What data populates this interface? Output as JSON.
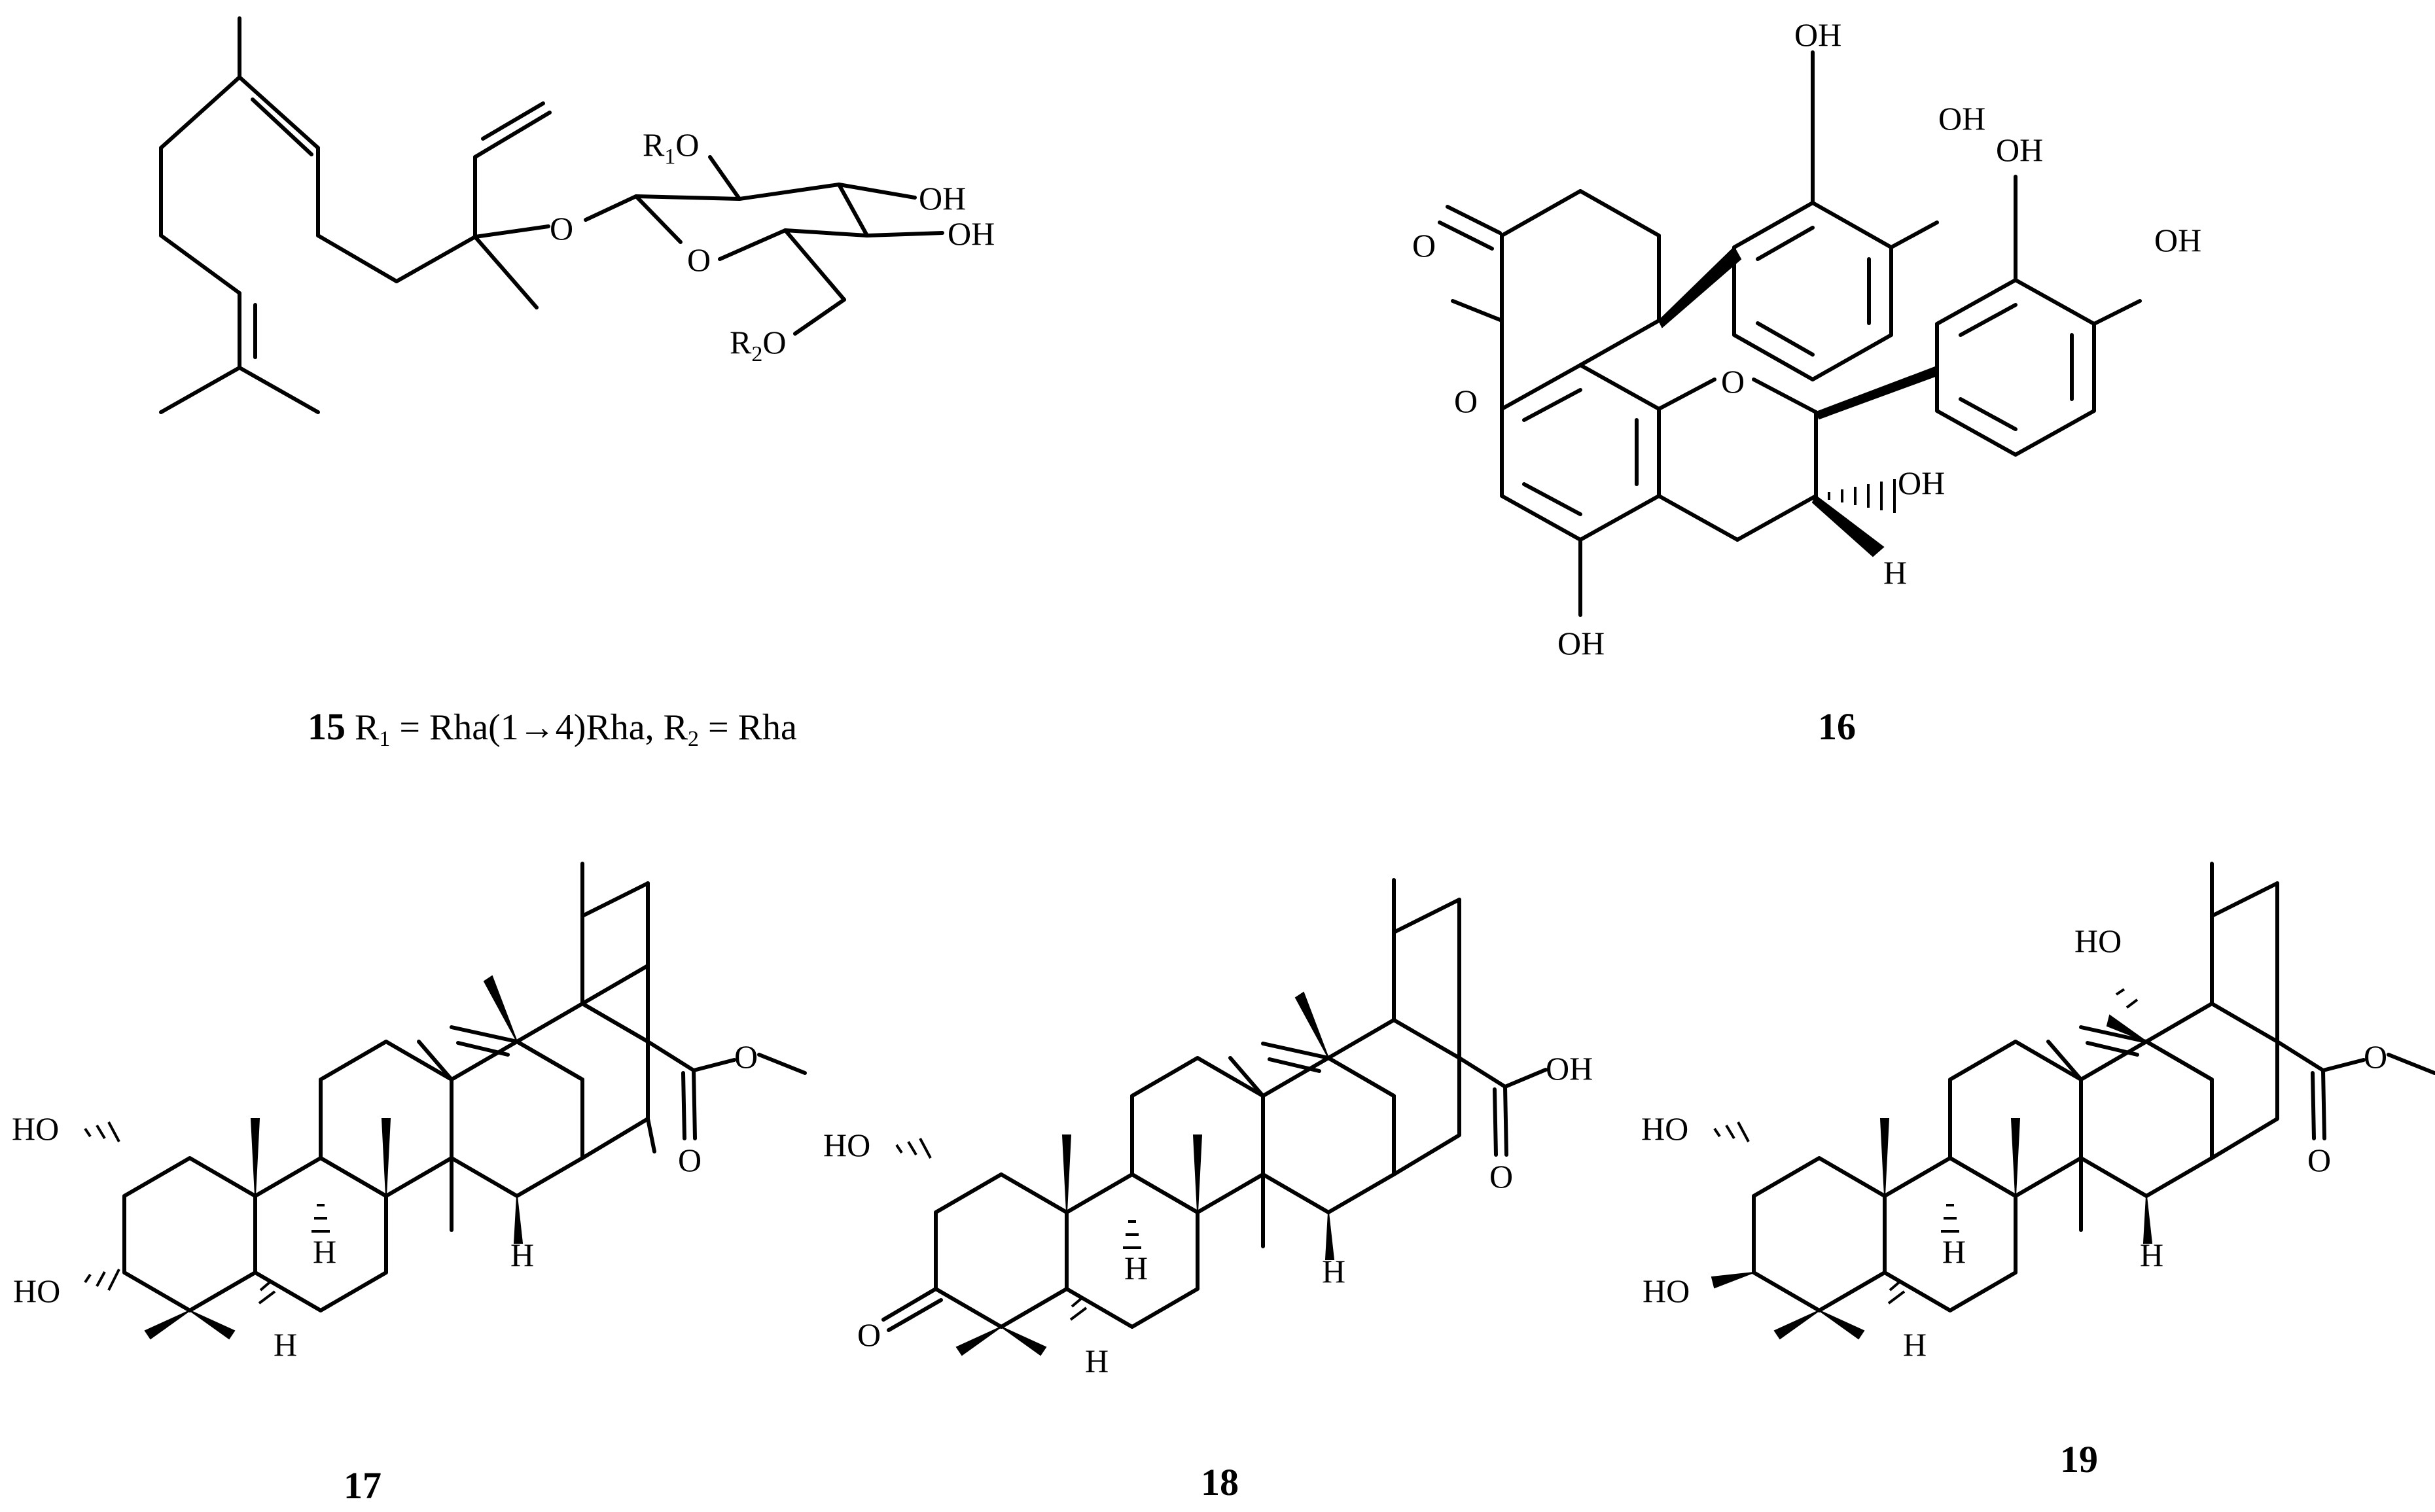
{
  "figure": {
    "compounds": [
      {
        "id": "15",
        "label": "15",
        "description": "R₁ = Rha(1→4)Rha, R₂ = Rha",
        "substituents": [
          "R₁ = Rha(1→4)Rha",
          "R₂ = Rha"
        ],
        "atoms": [
          "R₁O",
          "OH",
          "OH",
          "O",
          "O",
          "R₂O"
        ]
      },
      {
        "id": "16",
        "label": "16",
        "atoms": [
          "OH",
          "OH",
          "OH",
          "OH",
          "O",
          "O",
          "O",
          "OH",
          "H",
          "OH"
        ]
      },
      {
        "id": "17",
        "label": "17",
        "atoms": [
          "HO",
          "HO",
          "H",
          "H",
          "H",
          "O",
          "O"
        ]
      },
      {
        "id": "18",
        "label": "18",
        "atoms": [
          "HO",
          "O",
          "H",
          "H",
          "H",
          "OH",
          "O"
        ]
      },
      {
        "id": "19",
        "label": "19",
        "atoms": [
          "HO",
          "HO",
          "HO",
          "H",
          "H",
          "H",
          "O",
          "O"
        ]
      }
    ],
    "caption": {
      "c15_bold": "15",
      "c15_r1": "R",
      "c15_r1_sub": "1",
      "c15_eq1": " = Rha(1→4)Rha, R",
      "c15_r2_sub": "2",
      "c15_eq2": " = Rha"
    },
    "atom_symbols": {
      "OH": "OH",
      "HO": "HO",
      "O": "O",
      "H": "H",
      "R": "R",
      "sub1": "1",
      "sub2": "2"
    },
    "colors": {
      "ink": "#000000",
      "background": "#ffffff"
    }
  }
}
